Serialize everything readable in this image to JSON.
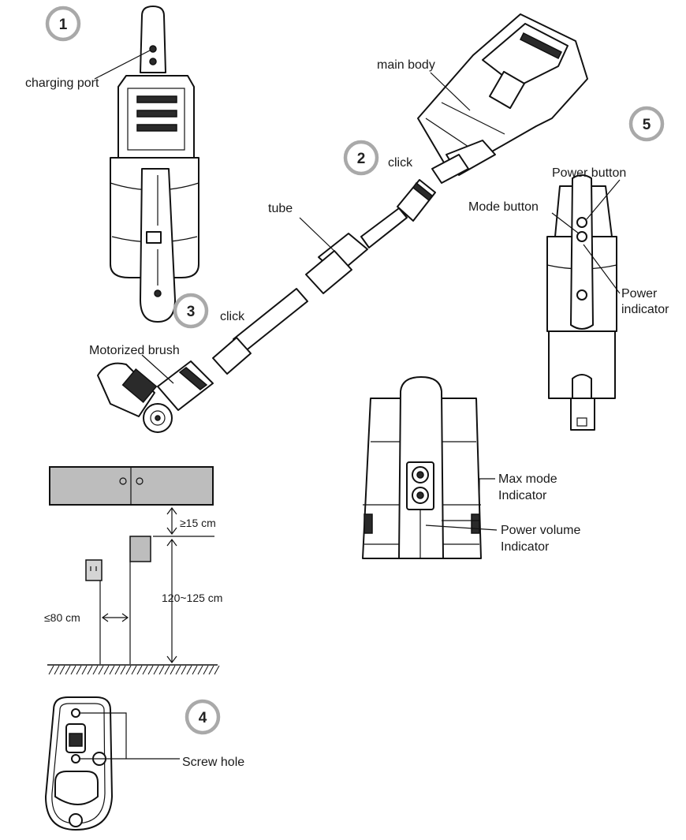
{
  "steps": [
    "1",
    "2",
    "3",
    "4",
    "5"
  ],
  "labels": {
    "charging_port": "charging port",
    "main_body": "main body",
    "click_top": "click",
    "click_bottom": "click",
    "tube": "tube",
    "motorized_brush": "Motorized brush",
    "power_button": "Power button",
    "mode_button": "Mode button",
    "power_indicator_line1": "Power",
    "power_indicator_line2": "indicator",
    "max_mode_line1": "Max mode",
    "max_mode_line2": "Indicator",
    "power_volume_line1": "Power volume",
    "power_volume_line2": "Indicator",
    "screw_hole": "Screw hole"
  },
  "dimensions": {
    "shelf_clearance": "≥15 cm",
    "mount_height": "120~125 cm",
    "outlet_distance": "≤80 cm"
  },
  "colors": {
    "line": "#111111",
    "step_ring": "#a9a9a9",
    "cabinet_fill": "#bdbdbd"
  }
}
